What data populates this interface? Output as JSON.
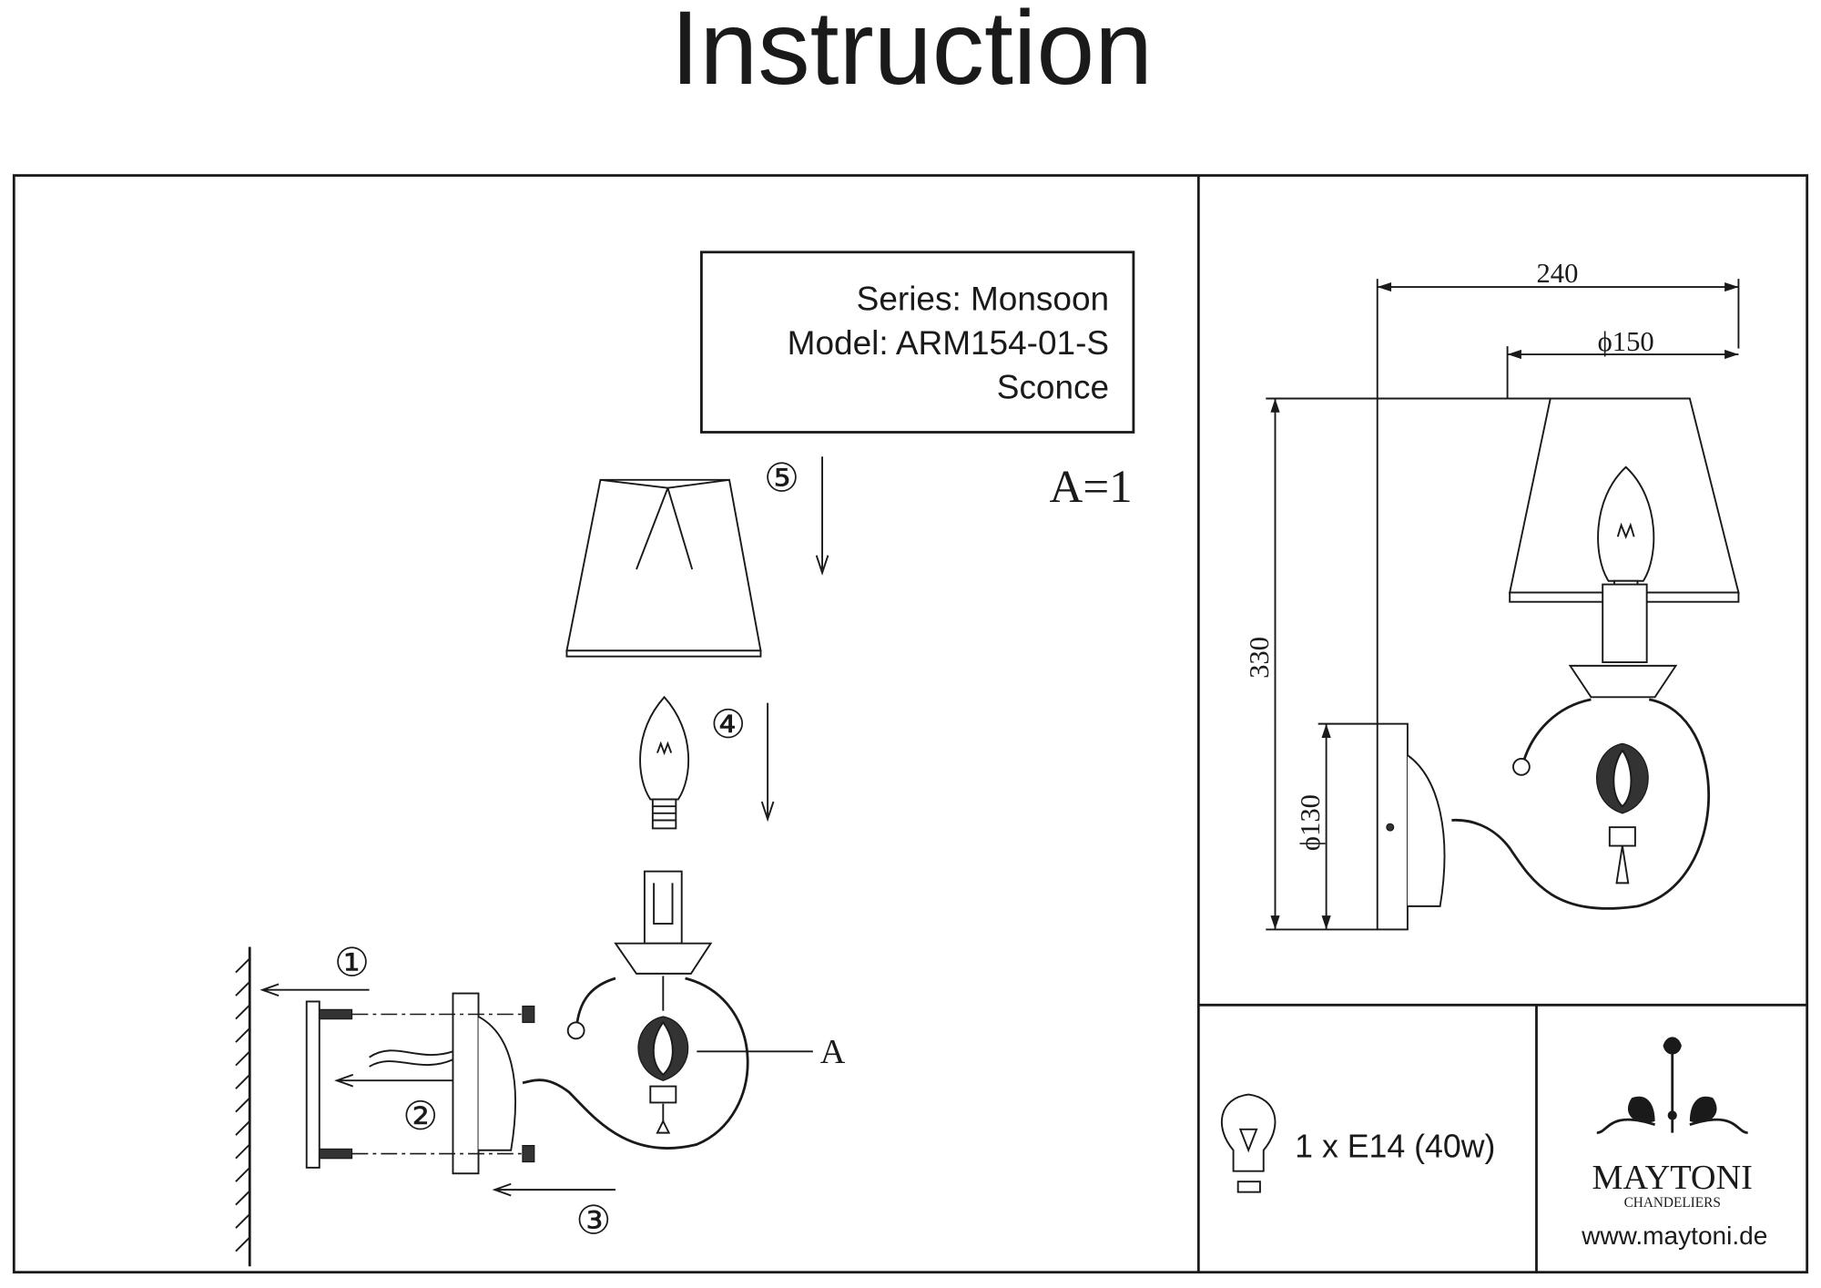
{
  "title": "Instruction",
  "info": {
    "series": "Series: Monsoon",
    "model": "Model: ARM154-01-S",
    "type": "Sconce"
  },
  "parts_count": "A=1",
  "assembly": {
    "steps": [
      "①",
      "②",
      "③",
      "④",
      "⑤"
    ],
    "part_label": "A"
  },
  "dimensions": {
    "width": "240",
    "shade_diameter": "ϕ150",
    "height": "330",
    "base_diameter": "ϕ130"
  },
  "bulb": {
    "icon": "light-bulb-icon",
    "spec": "1 x E14 (40w)"
  },
  "brand": {
    "name": "MAYTONI",
    "tagline": "CHANDELIERS",
    "website": "www.maytoni.de"
  }
}
